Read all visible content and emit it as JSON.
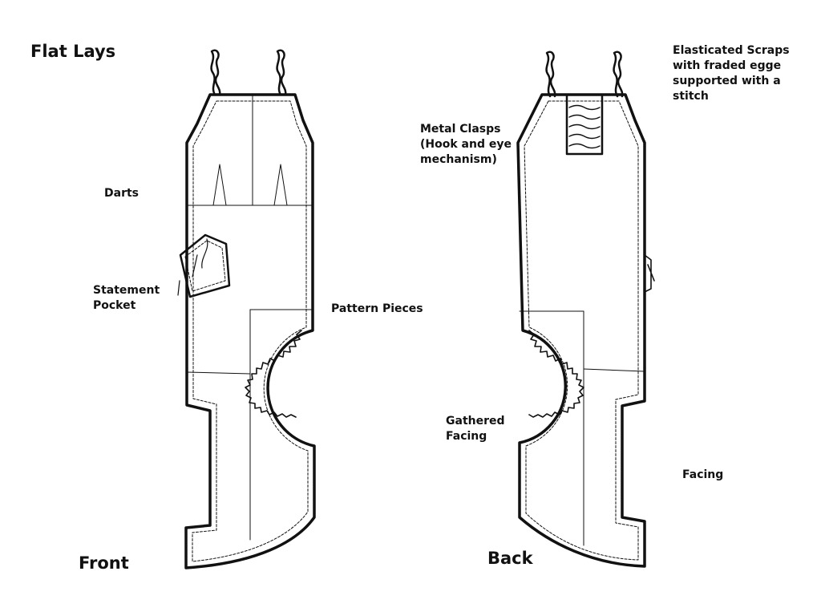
{
  "headings": {
    "title": "Flat Lays",
    "front": "Front",
    "back": "Back"
  },
  "annotations": {
    "darts": "Darts",
    "statement_pocket": "Statement\nPocket",
    "pattern_pieces": "Pattern Pieces",
    "metal_clasps": "Metal Clasps\n(Hook and eye\nmechanism)",
    "elasticated_scraps": "Elasticated Scraps\nwith fraded egge\nsupported with a\nstitch",
    "gathered_facing": "Gathered\nFacing",
    "facing": "Facing"
  },
  "colors": {
    "line": "#111111",
    "background": "#ffffff"
  }
}
